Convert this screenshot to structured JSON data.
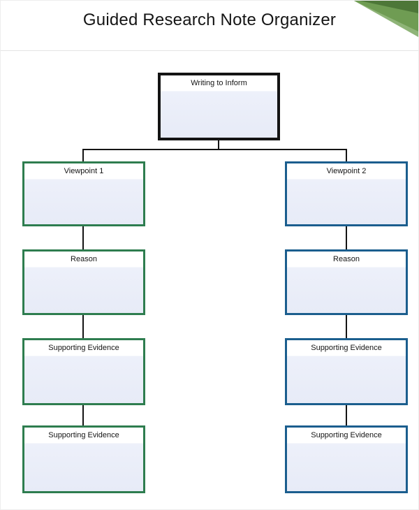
{
  "title": "Guided Research Note Organizer",
  "diagram": {
    "root_label": "Writing to Inform",
    "left_column": {
      "accent_color": "#2e7d4f",
      "boxes": [
        "Viewpoint 1",
        "Reason",
        "Supporting Evidence",
        "Supporting Evidence"
      ]
    },
    "right_column": {
      "accent_color": "#1b5e8e",
      "boxes": [
        "Viewpoint 2",
        "Reason",
        "Supporting Evidence",
        "Supporting Evidence"
      ]
    }
  },
  "colors": {
    "root_border": "#141414",
    "connector": "#141414",
    "box_header_fill": "#ffffff",
    "box_body_fill": "#e9edf8",
    "corner_ribbon_greens": [
      "#8fb478",
      "#6f9c53",
      "#4d7738"
    ]
  }
}
